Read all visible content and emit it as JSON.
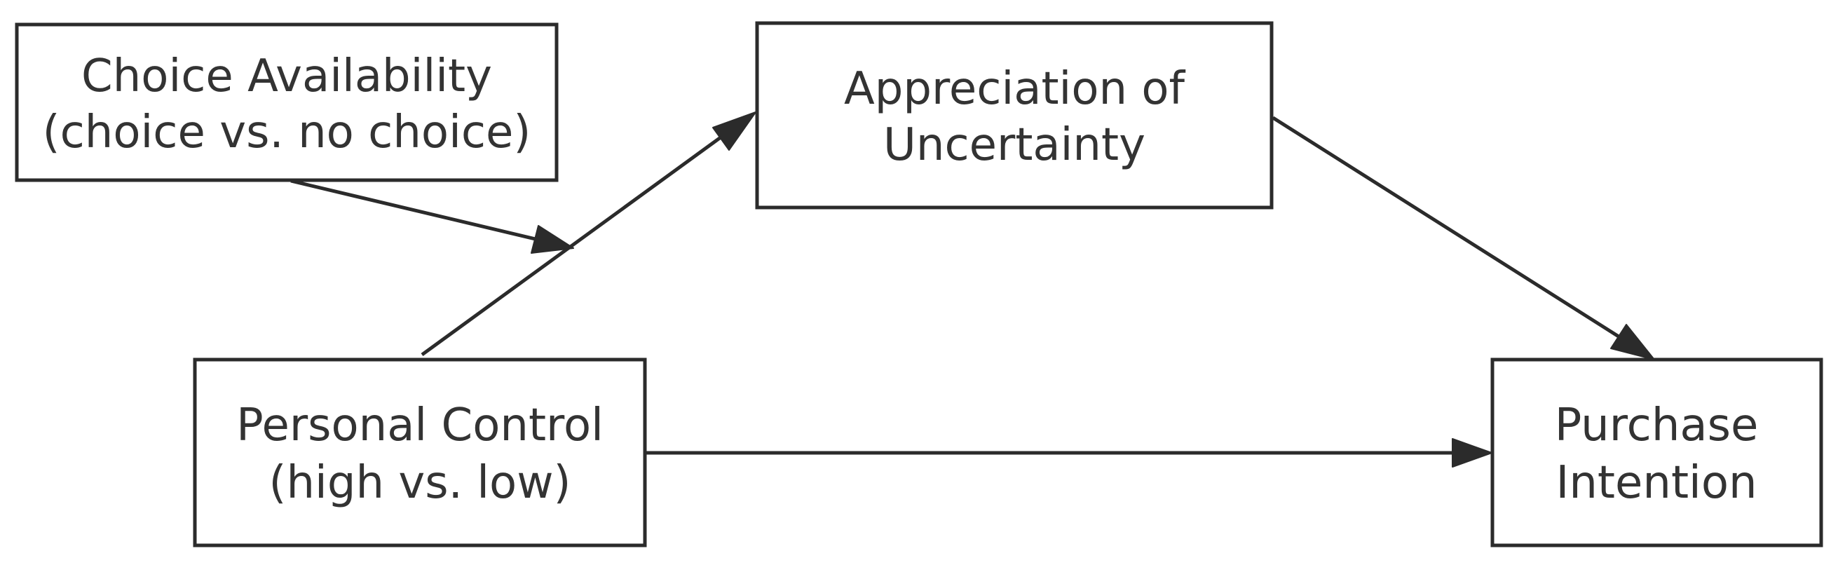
{
  "nodes": {
    "choice_availability": {
      "line1": "Choice Availability",
      "line2": "(choice vs. no choice)"
    },
    "appreciation_uncertainty": {
      "line1": "Appreciation of",
      "line2": "Uncertainty"
    },
    "personal_control": {
      "line1": "Personal Control",
      "line2": "(high vs. low)"
    },
    "purchase_intention": {
      "line1": "Purchase",
      "line2": "Intention"
    }
  },
  "colors": {
    "stroke": "#2b2b2b",
    "text": "#333333",
    "background": "#ffffff"
  }
}
